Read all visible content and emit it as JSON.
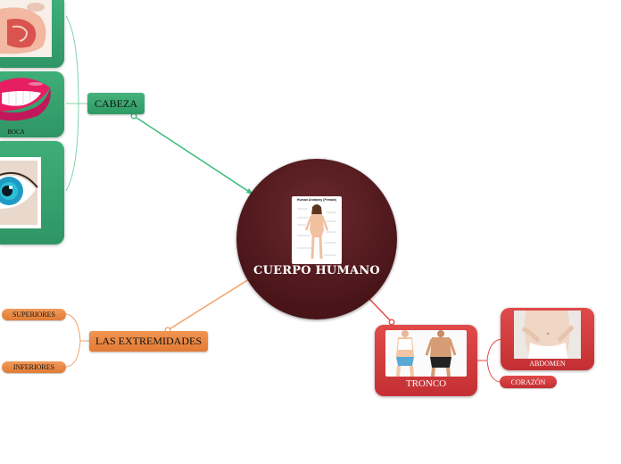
{
  "central": {
    "title": "CUERPO HUMANO",
    "image_caption": "Human Anatomy (Female)"
  },
  "branches": {
    "cabeza": {
      "label": "CABEZA",
      "children": [
        {
          "label": ""
        },
        {
          "label": "BOCA"
        },
        {
          "label": ""
        }
      ]
    },
    "extremidades": {
      "label": "LAS EXTREMIDADES",
      "children": [
        {
          "label": "SUPERIORES"
        },
        {
          "label": "INFERIORES"
        }
      ]
    },
    "tronco": {
      "label": "TRONCO",
      "children": [
        {
          "label": "ABDOMEN"
        },
        {
          "label": "CORAZÓN"
        }
      ]
    }
  },
  "colors": {
    "central": "#4a1519",
    "cabeza": "#34a06a",
    "extremidades": "#e8843c",
    "tronco": "#d03a3d"
  },
  "icons": [
    "anatomy-chart-image",
    "throat-image",
    "mouth-image",
    "eye-image",
    "torso-image",
    "abdomen-image"
  ]
}
